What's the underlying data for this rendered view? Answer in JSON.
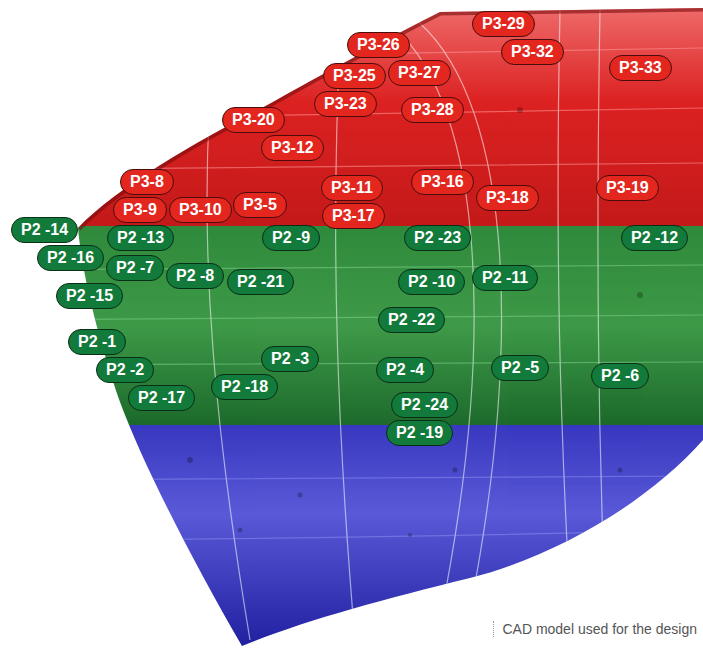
{
  "diagram": {
    "caption": "CAD model used for the design",
    "nodes": [
      {
        "text": [
          "P3-29"
        ]
      },
      {
        "text": [
          "P3-32"
        ]
      },
      {
        "text": [
          "P3-26"
        ]
      },
      {
        "text": [
          "P3-27"
        ]
      },
      {
        "text": [
          "P3-33"
        ]
      },
      {
        "text": [
          "P3-25"
        ]
      },
      {
        "text": [
          "P3-23"
        ]
      },
      {
        "text": [
          "P3-28"
        ]
      },
      {
        "text": [
          "P3-20"
        ]
      },
      {
        "text": [
          "P3-12"
        ]
      },
      {
        "text": [
          "P3-8"
        ]
      },
      {
        "text": [
          "P3-11"
        ]
      },
      {
        "text": [
          "P3-16"
        ]
      },
      {
        "text": [
          "P3-19"
        ]
      },
      {
        "text": [
          "P3-18"
        ]
      },
      {
        "text": [
          "P3-5"
        ]
      },
      {
        "text": [
          "P3-9"
        ]
      },
      {
        "text": [
          "P3-10"
        ]
      },
      {
        "text": [
          "P3-17"
        ]
      },
      {
        "text": [
          "P2 -14"
        ]
      },
      {
        "text": [
          "P2 -13"
        ]
      },
      {
        "text": [
          "P2 -9"
        ]
      },
      {
        "text": [
          "P2 -23"
        ]
      },
      {
        "text": [
          "P2 -12"
        ]
      },
      {
        "text": [
          "P2 -16"
        ]
      },
      {
        "text": [
          "P2 -8"
        ]
      },
      {
        "text": [
          "P2 -11"
        ]
      },
      {
        "text": [
          "P2 -15"
        ]
      },
      {
        "text": [
          "P2 -7"
        ]
      },
      {
        "text": [
          "P2 -21"
        ]
      },
      {
        "text": [
          "P2 -10"
        ]
      },
      {
        "text": [
          "P2 -22"
        ]
      },
      {
        "text": [
          "P2 -1"
        ]
      },
      {
        "text": [
          "P2 -2"
        ]
      },
      {
        "text": [
          "P2 -5"
        ]
      },
      {
        "text": [
          "P2 -18"
        ]
      },
      {
        "text": [
          "P2 -3"
        ]
      },
      {
        "text": [
          "P2 -4"
        ]
      },
      {
        "text": [
          "P2 -6"
        ]
      },
      {
        "text": [
          "P2 -17"
        ]
      },
      {
        "text": [
          "P2 -24"
        ]
      },
      {
        "text": [
          "P2 -19"
        ]
      }
    ]
  }
}
